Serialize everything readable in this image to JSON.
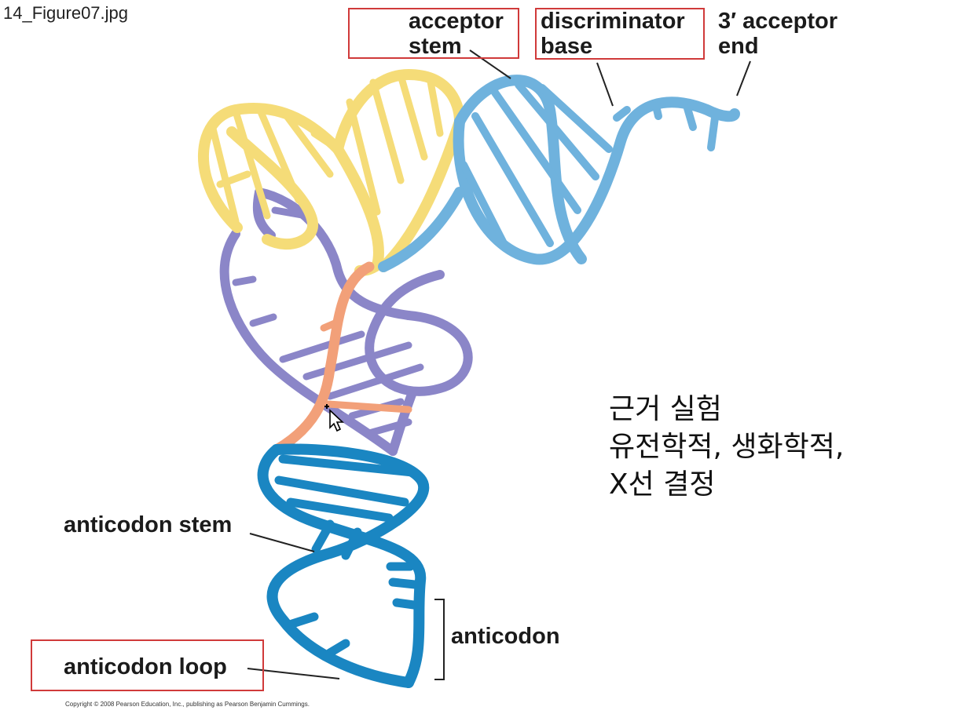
{
  "file": {
    "name": "14_Figure07.jpg"
  },
  "labels": {
    "acceptor_stem": [
      "acceptor",
      "stem"
    ],
    "discriminator_base": [
      "discriminator",
      "base"
    ],
    "acceptor_end": [
      "3′ acceptor",
      "end"
    ],
    "anticodon_stem": "anticodon stem",
    "anticodon": "anticodon",
    "anticodon_loop": "anticodon loop"
  },
  "annotation": {
    "lines": [
      "근거 실험",
      "유전학적, 생화학적,",
      "X선 결정"
    ]
  },
  "copyright": "Copyright © 2008 Pearson Education, Inc., publishing as Pearson Benjamin Cummings.",
  "colors": {
    "yellow_strand": "#f5dc78",
    "light_blue_strand": "#6fb2dd",
    "purple_strand": "#8b86c8",
    "salmon_strand": "#f2a079",
    "dark_blue_strand": "#1a86c2",
    "highlight_box": "#d03a3a"
  },
  "icons": {
    "cursor": "arrow-cursor-icon"
  }
}
